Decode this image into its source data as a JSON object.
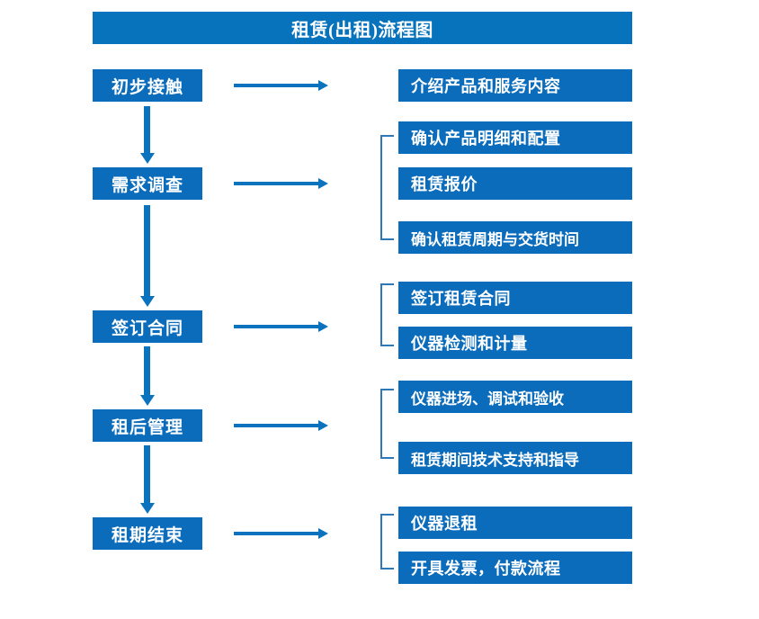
{
  "diagram": {
    "title": "租赁(出租)流程图",
    "theme": {
      "box_blue": "#0b6cbb",
      "title_blue": "#0873bd",
      "arrow_blue": "#0b72be",
      "bracket_blue": "#2e78b8",
      "text_white": "#ffffff",
      "background": "#ffffff"
    },
    "stages": [
      {
        "id": "stage-1",
        "label": "初步接触"
      },
      {
        "id": "stage-2",
        "label": "需求调查"
      },
      {
        "id": "stage-3",
        "label": "签订合同"
      },
      {
        "id": "stage-4",
        "label": "租后管理"
      },
      {
        "id": "stage-5",
        "label": "租期结束"
      }
    ],
    "details": [
      {
        "id": "detail-1-1",
        "label": "介绍产品和服务内容",
        "stage": "stage-1"
      },
      {
        "id": "detail-2-1",
        "label": "确认产品明细和配置",
        "stage": "stage-2"
      },
      {
        "id": "detail-2-2",
        "label": "租赁报价",
        "stage": "stage-2"
      },
      {
        "id": "detail-2-3",
        "label": "确认租赁周期与交货时间",
        "stage": "stage-2"
      },
      {
        "id": "detail-3-1",
        "label": "签订租赁合同",
        "stage": "stage-3"
      },
      {
        "id": "detail-3-2",
        "label": "仪器检测和计量",
        "stage": "stage-3"
      },
      {
        "id": "detail-4-1",
        "label": "仪器进场、调试和验收",
        "stage": "stage-4"
      },
      {
        "id": "detail-4-2",
        "label": "租赁期间技术支持和指导",
        "stage": "stage-4"
      },
      {
        "id": "detail-5-1",
        "label": "仪器退租",
        "stage": "stage-5"
      },
      {
        "id": "detail-5-2",
        "label": "开具发票，付款流程",
        "stage": "stage-5"
      }
    ],
    "connectors": {
      "horizontal_arrow_count": 5,
      "vertical_arrow_count": 4,
      "bracket_count": 4
    }
  }
}
